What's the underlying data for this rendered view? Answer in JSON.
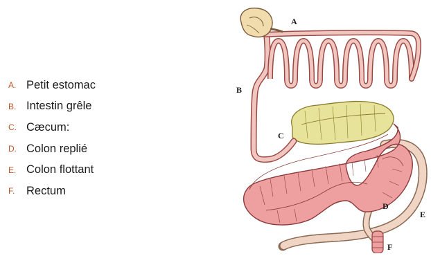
{
  "legend": [
    {
      "letter": "A.",
      "text": "Petit estomac"
    },
    {
      "letter": "B.",
      "text": "Intestin grêle"
    },
    {
      "letter": "C.",
      "text": "Cæcum:"
    },
    {
      "letter": "D.",
      "text": "Colon replié"
    },
    {
      "letter": "E.",
      "text": "Colon flottant"
    },
    {
      "letter": "F.",
      "text": "Rectum"
    }
  ],
  "diagram_labels": {
    "a": "A",
    "b": "B",
    "c": "C",
    "d": "D",
    "e": "E",
    "f": "F"
  },
  "colors": {
    "legend_letter": "#c0552a",
    "small_intestine": "#f2c6c0",
    "small_intestine_stroke": "#9a4a42",
    "stomach": "#f1dcae",
    "caecum": "#e8e39b",
    "colon": "#ee9f9f",
    "colon_stroke": "#8a3a3a",
    "floating_colon": "#f0d5c4"
  }
}
